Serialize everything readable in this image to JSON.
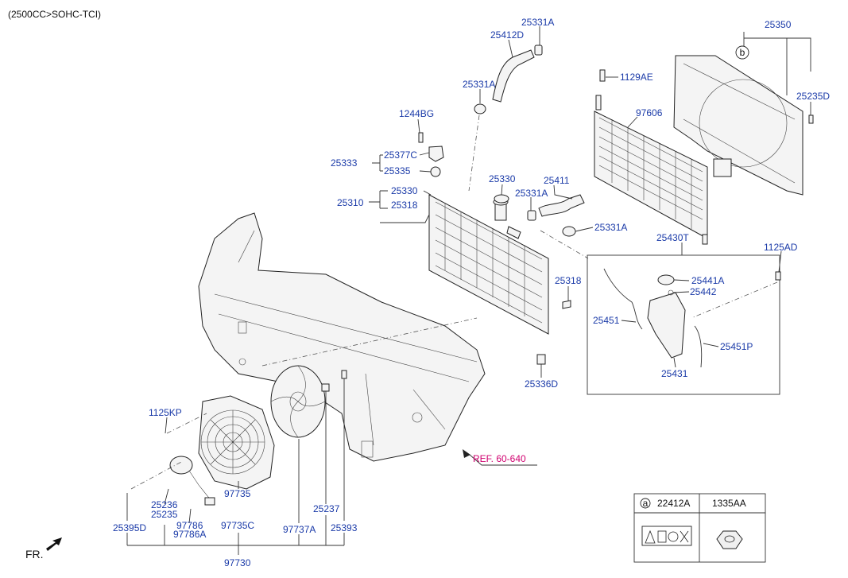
{
  "header": {
    "variant": "(2500CC>SOHC-TCI)"
  },
  "direction": {
    "front_label": "FR."
  },
  "reference": {
    "text": "REF. 60-640"
  },
  "labels": {
    "p25331A_top": "25331A",
    "p25412D": "25412D",
    "p25331A_mid": "25331A",
    "p1244BG": "1244BG",
    "p25333": "25333",
    "p25377C": "25377C",
    "p25335": "25335",
    "p25330_a": "25330",
    "p25310": "25310",
    "p25318_a": "25318",
    "p25330_b": "25330",
    "p25411": "25411",
    "p25331A_r": "25331A",
    "p25331A_clamp": "25331A",
    "p25350": "25350",
    "p1129AE": "1129AE",
    "p25235D": "25235D",
    "p97606": "97606",
    "p25430T": "25430T",
    "p1125AD": "1125AD",
    "p25441A": "25441A",
    "p25442": "25442",
    "p25451": "25451",
    "p25451P": "25451P",
    "p25431": "25431",
    "p25318_b": "25318",
    "p25336D": "25336D",
    "p1125KP": "1125KP",
    "p25236": "25236",
    "p25235": "25235",
    "p97786": "97786",
    "p97786A": "97786A",
    "p97735": "97735",
    "p97735C": "97735C",
    "p97737A": "97737A",
    "p25237": "25237",
    "p25393": "25393",
    "p25395D": "25395D",
    "p97730": "97730",
    "callout_b": "b"
  },
  "legend_table": {
    "callout": "a",
    "col1": "22412A",
    "col2": "1335AA"
  }
}
